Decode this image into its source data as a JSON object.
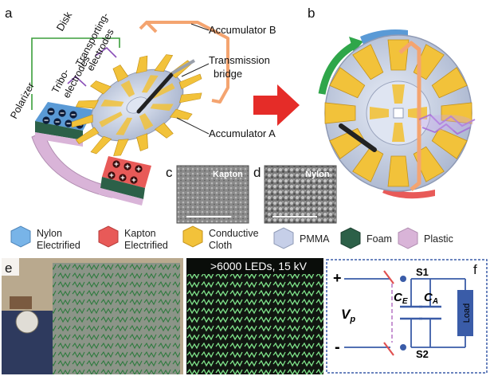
{
  "panels": {
    "a": "a",
    "b": "b",
    "c": "c",
    "d": "d",
    "e": "e",
    "f": "f"
  },
  "labels": {
    "disk": "Disk",
    "polarizer": "Polarizer",
    "tribo_line1": "Tribo-",
    "tribo_line2": "electrodes",
    "transport_line1": "Transporting-",
    "transport_line2": "electrodes",
    "accumulator_b": "Accumulator B",
    "transmission_line1": "Transmission",
    "transmission_line2": "bridge",
    "accumulator_a": "Accumulator A",
    "kapton": "Kapton",
    "nylon": "Nylon"
  },
  "legend": [
    {
      "line1": "Nylon",
      "line2": "Electrified",
      "color": "#78b4e8"
    },
    {
      "line1": "Kapton",
      "line2": "Electrified",
      "color": "#e85a58"
    },
    {
      "line1": "Conductive",
      "line2": "Cloth",
      "color": "#f2c23a"
    },
    {
      "line1": "PMMA",
      "line2": "",
      "color": "#c6cfe8"
    },
    {
      "line1": "Foam",
      "line2": "",
      "color": "#2c6048"
    },
    {
      "line1": "Plastic",
      "line2": "",
      "color": "#d9b4d8"
    }
  ],
  "led_caption": ">6000 LEDs, 15 kV",
  "circuit": {
    "plus": "+",
    "minus": "-",
    "vp_main": "V",
    "vp_sub": "p",
    "s1": "S1",
    "s2": "S2",
    "ce_main": "C",
    "ce_sub": "E",
    "ca_main": "C",
    "ca_sub": "A",
    "load": "Load"
  },
  "colors": {
    "nylon": "#78b4e8",
    "kapton": "#e85a58",
    "cloth": "#f2c23a",
    "pmma": "#c6cfe8",
    "foam": "#2c6048",
    "plastic": "#d9b4d8",
    "bridge": "#f4a470",
    "arrow_red": "#e52c28",
    "arrow_green": "#2fa64a",
    "circuit_blue": "#3a5ca8",
    "bracket_green": "#3b9e3b",
    "bracket_purple": "#8a4fb8"
  }
}
